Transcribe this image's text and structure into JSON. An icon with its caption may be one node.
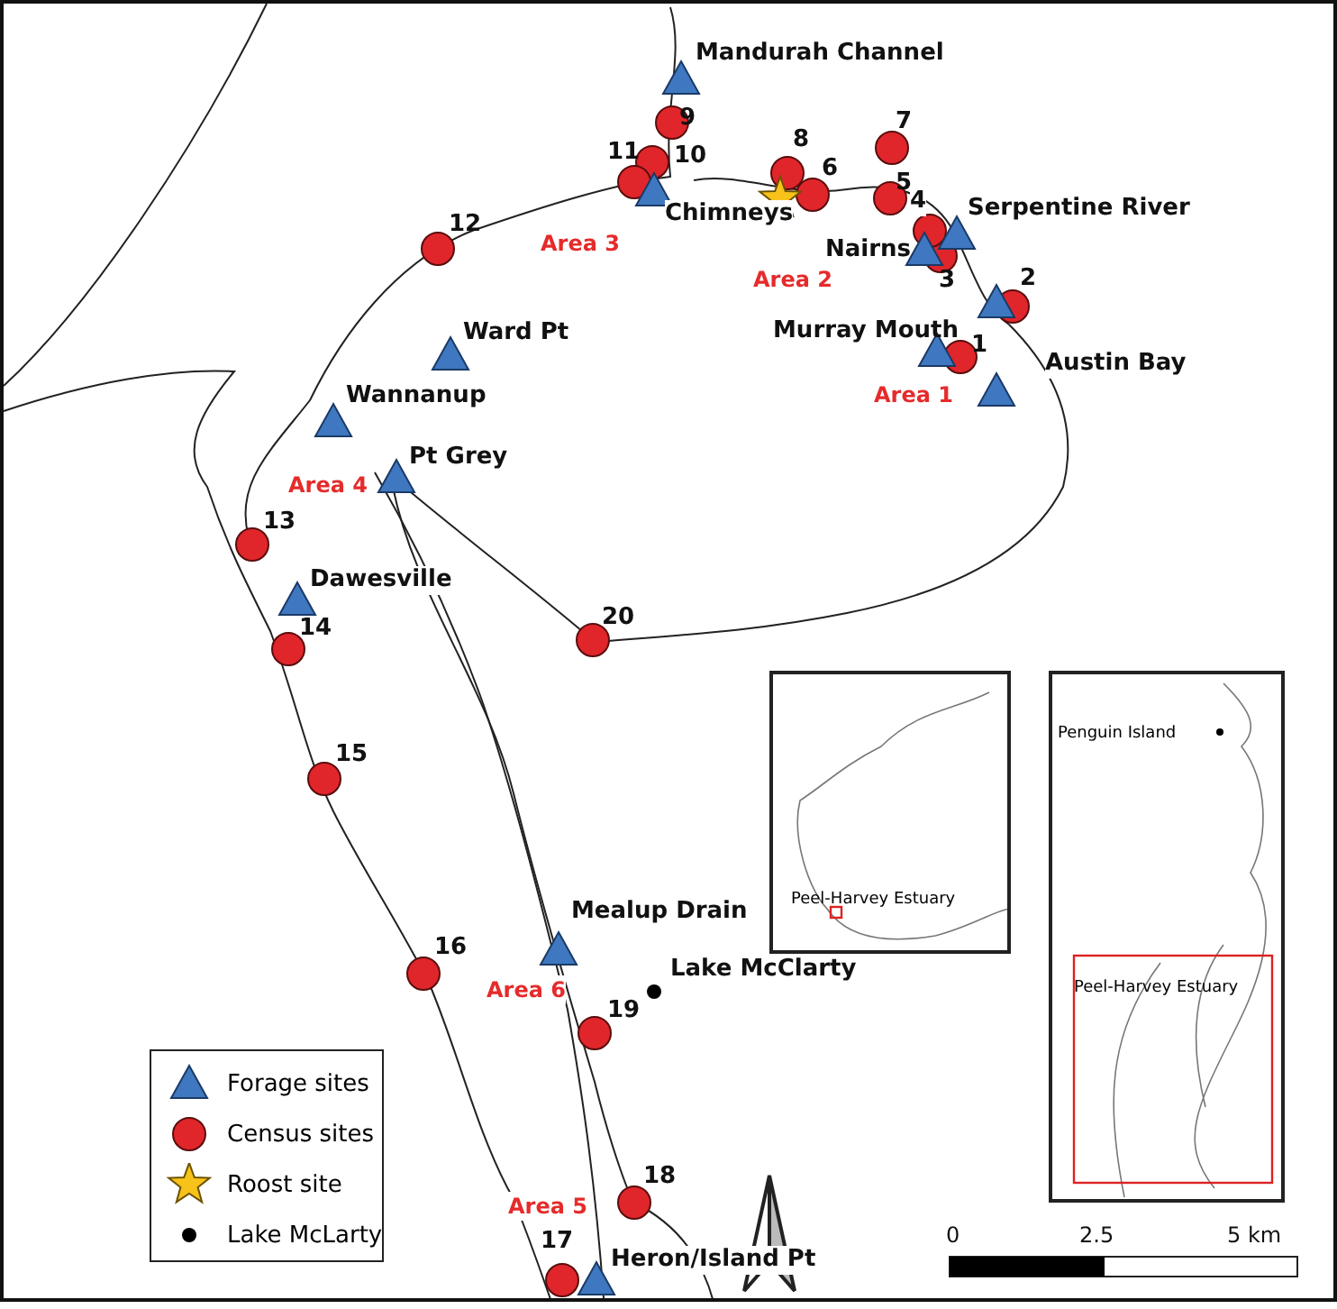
{
  "diagram": {
    "nodes": [
      {
        "text": [
          "Peel-Harvey Estuary"
        ]
      },
      {
        "text": [
          "Penguin Island",
          "Peel-Harvey Estuary"
        ]
      }
    ],
    "labels": [
      "Mandurah Channel",
      "9",
      "11",
      "10",
      "8",
      "7",
      "6",
      "5",
      "Chimneys",
      "4",
      "Serpentine River",
      "12",
      "Area 3",
      "Nairns",
      "Area 2",
      "3",
      "2",
      "Ward Pt",
      "Murray Mouth",
      "1",
      "Austin Bay",
      "Wannanup",
      "Area 1",
      "Pt Grey",
      "Area 4",
      "13",
      "Dawesville",
      "14",
      "20",
      "15",
      "Mealup Drain",
      "16",
      "Lake McClarty",
      "Area 6",
      "19",
      "18",
      "Area 5",
      "17",
      "Heron/Island Pt",
      "0",
      "2.5",
      "5 km"
    ],
    "legend": [
      {
        "text": "Forage sites"
      },
      {
        "text": "Census sites"
      },
      {
        "text": "Roost site"
      },
      {
        "text": "Lake McLarty"
      }
    ]
  }
}
